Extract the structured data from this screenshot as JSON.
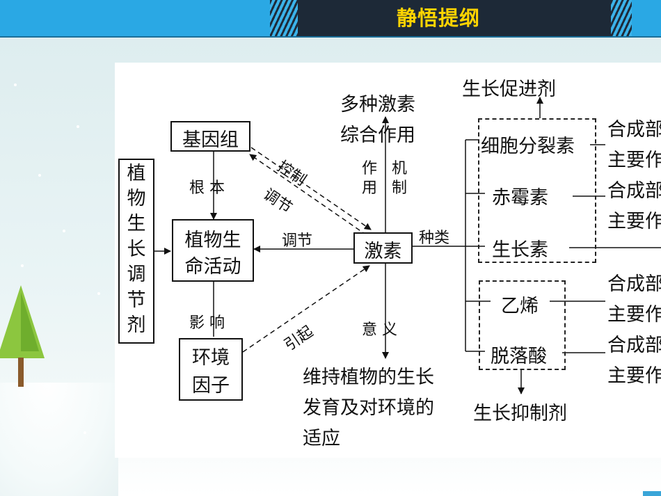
{
  "header": {
    "title": "静悟提纲"
  },
  "diagram": {
    "node_genome": "基因组",
    "node_life_activity_line1": "植物生",
    "node_life_activity_line2": "命活动",
    "node_env_line1": "环境",
    "node_env_line2": "因子",
    "node_hormone": "激素",
    "node_regulator": [
      "植",
      "物",
      "生",
      "长",
      "调",
      "节",
      "剂"
    ],
    "label_root": "根 本",
    "label_influence": "影 响",
    "label_control": "控制",
    "label_regulate_diag": "调节",
    "label_regulate": "调节",
    "label_cause": "引起",
    "label_kinds": "种类",
    "label_mechanism_col1": [
      "作",
      "用"
    ],
    "label_mechanism_col2": [
      "机",
      "制"
    ],
    "label_meaning": "意 义",
    "top_text_line1": "多种激素",
    "top_text_line2": "综合作用",
    "bottom_text_line1": "维持植物的生长",
    "bottom_text_line2": "发育及对环境的",
    "bottom_text_line3": "适应",
    "growth_promoter": "生长促进剂",
    "growth_inhibitor": "生长抑制剂",
    "hormone_cytokinin": "细胞分裂素",
    "hormone_gibberellin": "赤霉素",
    "hormone_auxin": "生长素",
    "hormone_ethylene": "乙烯",
    "hormone_aba": "脱落酸",
    "right_text_a": "合成部",
    "right_text_b": "主要作"
  }
}
